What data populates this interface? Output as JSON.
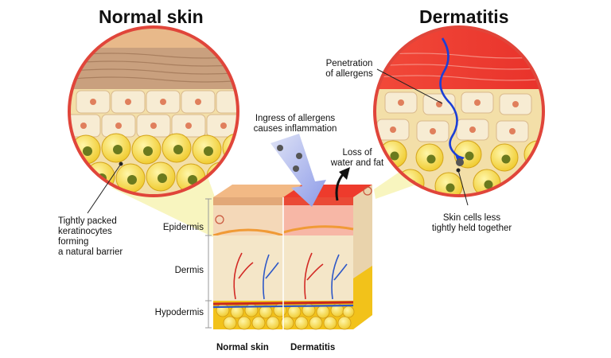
{
  "titles": {
    "left": "Normal skin",
    "right": "Dermatitis"
  },
  "labels": {
    "tightly_packed": [
      "Tightly packed",
      "keratinocytes",
      "forming",
      "a natural barrier"
    ],
    "ingress": [
      "Ingress of allergens",
      "causes inflammation"
    ],
    "penetration": [
      "Penetration",
      "of allergens"
    ],
    "loss": [
      "Loss of",
      "water and fat"
    ],
    "skin_cells_less": [
      "Skin cells less",
      "tightly held together"
    ]
  },
  "layers": {
    "epidermis": "Epidermis",
    "dermis": "Dermis",
    "hypodermis": "Hypodermis"
  },
  "bottom": {
    "normal": "Normal skin",
    "dermatitis": "Dermatitis"
  },
  "colors": {
    "circle_border": "#e0453a",
    "callout_yellow": "#f7f3b4",
    "fat_yellow": "#f2c21a",
    "inflamed_red": "#e8312a",
    "arrow_blue": "#1c3fd6",
    "skin_tan": "#e6b07a",
    "dermis_cream": "#f4e6c8"
  }
}
